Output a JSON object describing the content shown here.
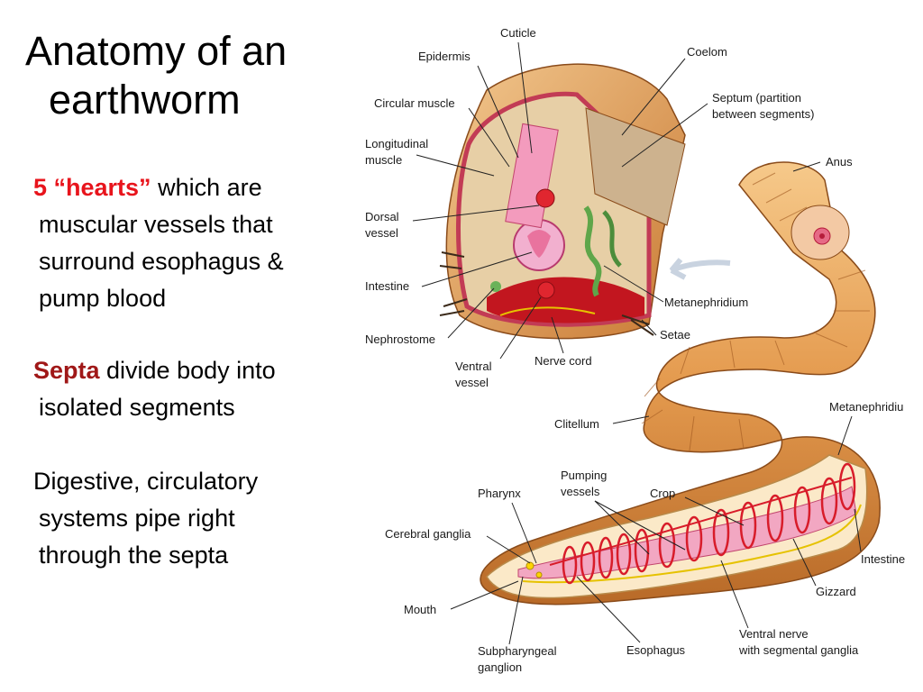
{
  "slide": {
    "title_line1": "Anatomy of an",
    "title_line2": "earthworm",
    "p1": {
      "em": "5 “hearts”",
      "rest": " which are",
      "l2": "muscular vessels that",
      "l3": "surround esophagus &",
      "l4": "pump blood"
    },
    "p2": {
      "em": "Septa",
      "rest": " divide body into",
      "l2": "isolated segments"
    },
    "p3": {
      "l1": "Digestive, circulatory",
      "l2": "systems pipe right",
      "l3": "through the septa"
    }
  },
  "diagram": {
    "labels": {
      "cuticle": "Cuticle",
      "epidermis": "Epidermis",
      "coelom": "Coelom",
      "circular_muscle": "Circular muscle",
      "septum_1": "Septum (partition",
      "septum_2": "between segments)",
      "longitudinal_1": "Longitudinal",
      "longitudinal_2": "muscle",
      "anus": "Anus",
      "dorsal_1": "Dorsal",
      "dorsal_2": "vessel",
      "intestine_top": "Intestine",
      "metanephridium_top": "Metanephridium",
      "nephrostome": "Nephrostome",
      "setae": "Setae",
      "ventral_1": "Ventral",
      "ventral_2": "vessel",
      "nerve_cord": "Nerve cord",
      "clitellum": "Clitellum",
      "metanephridium_right": "Metanephridiu",
      "pumping_1": "Pumping",
      "pumping_2": "vessels",
      "pharynx": "Pharynx",
      "crop": "Crop",
      "cerebral_ganglia": "Cerebral ganglia",
      "intestine_bottom": "Intestine",
      "gizzard": "Gizzard",
      "mouth": "Mouth",
      "ventral_nerve_1": "Ventral nerve",
      "ventral_nerve_2": "with segmental ganglia",
      "subpharyngeal_1": "Subpharyngeal",
      "subpharyngeal_2": "ganglion",
      "esophagus": "Esophagus"
    }
  },
  "colors": {
    "accent_red": "#e8141c",
    "dark_red": "#a01818",
    "worm_orange": "#e8a35c",
    "vessel_red": "#d81c2a"
  }
}
